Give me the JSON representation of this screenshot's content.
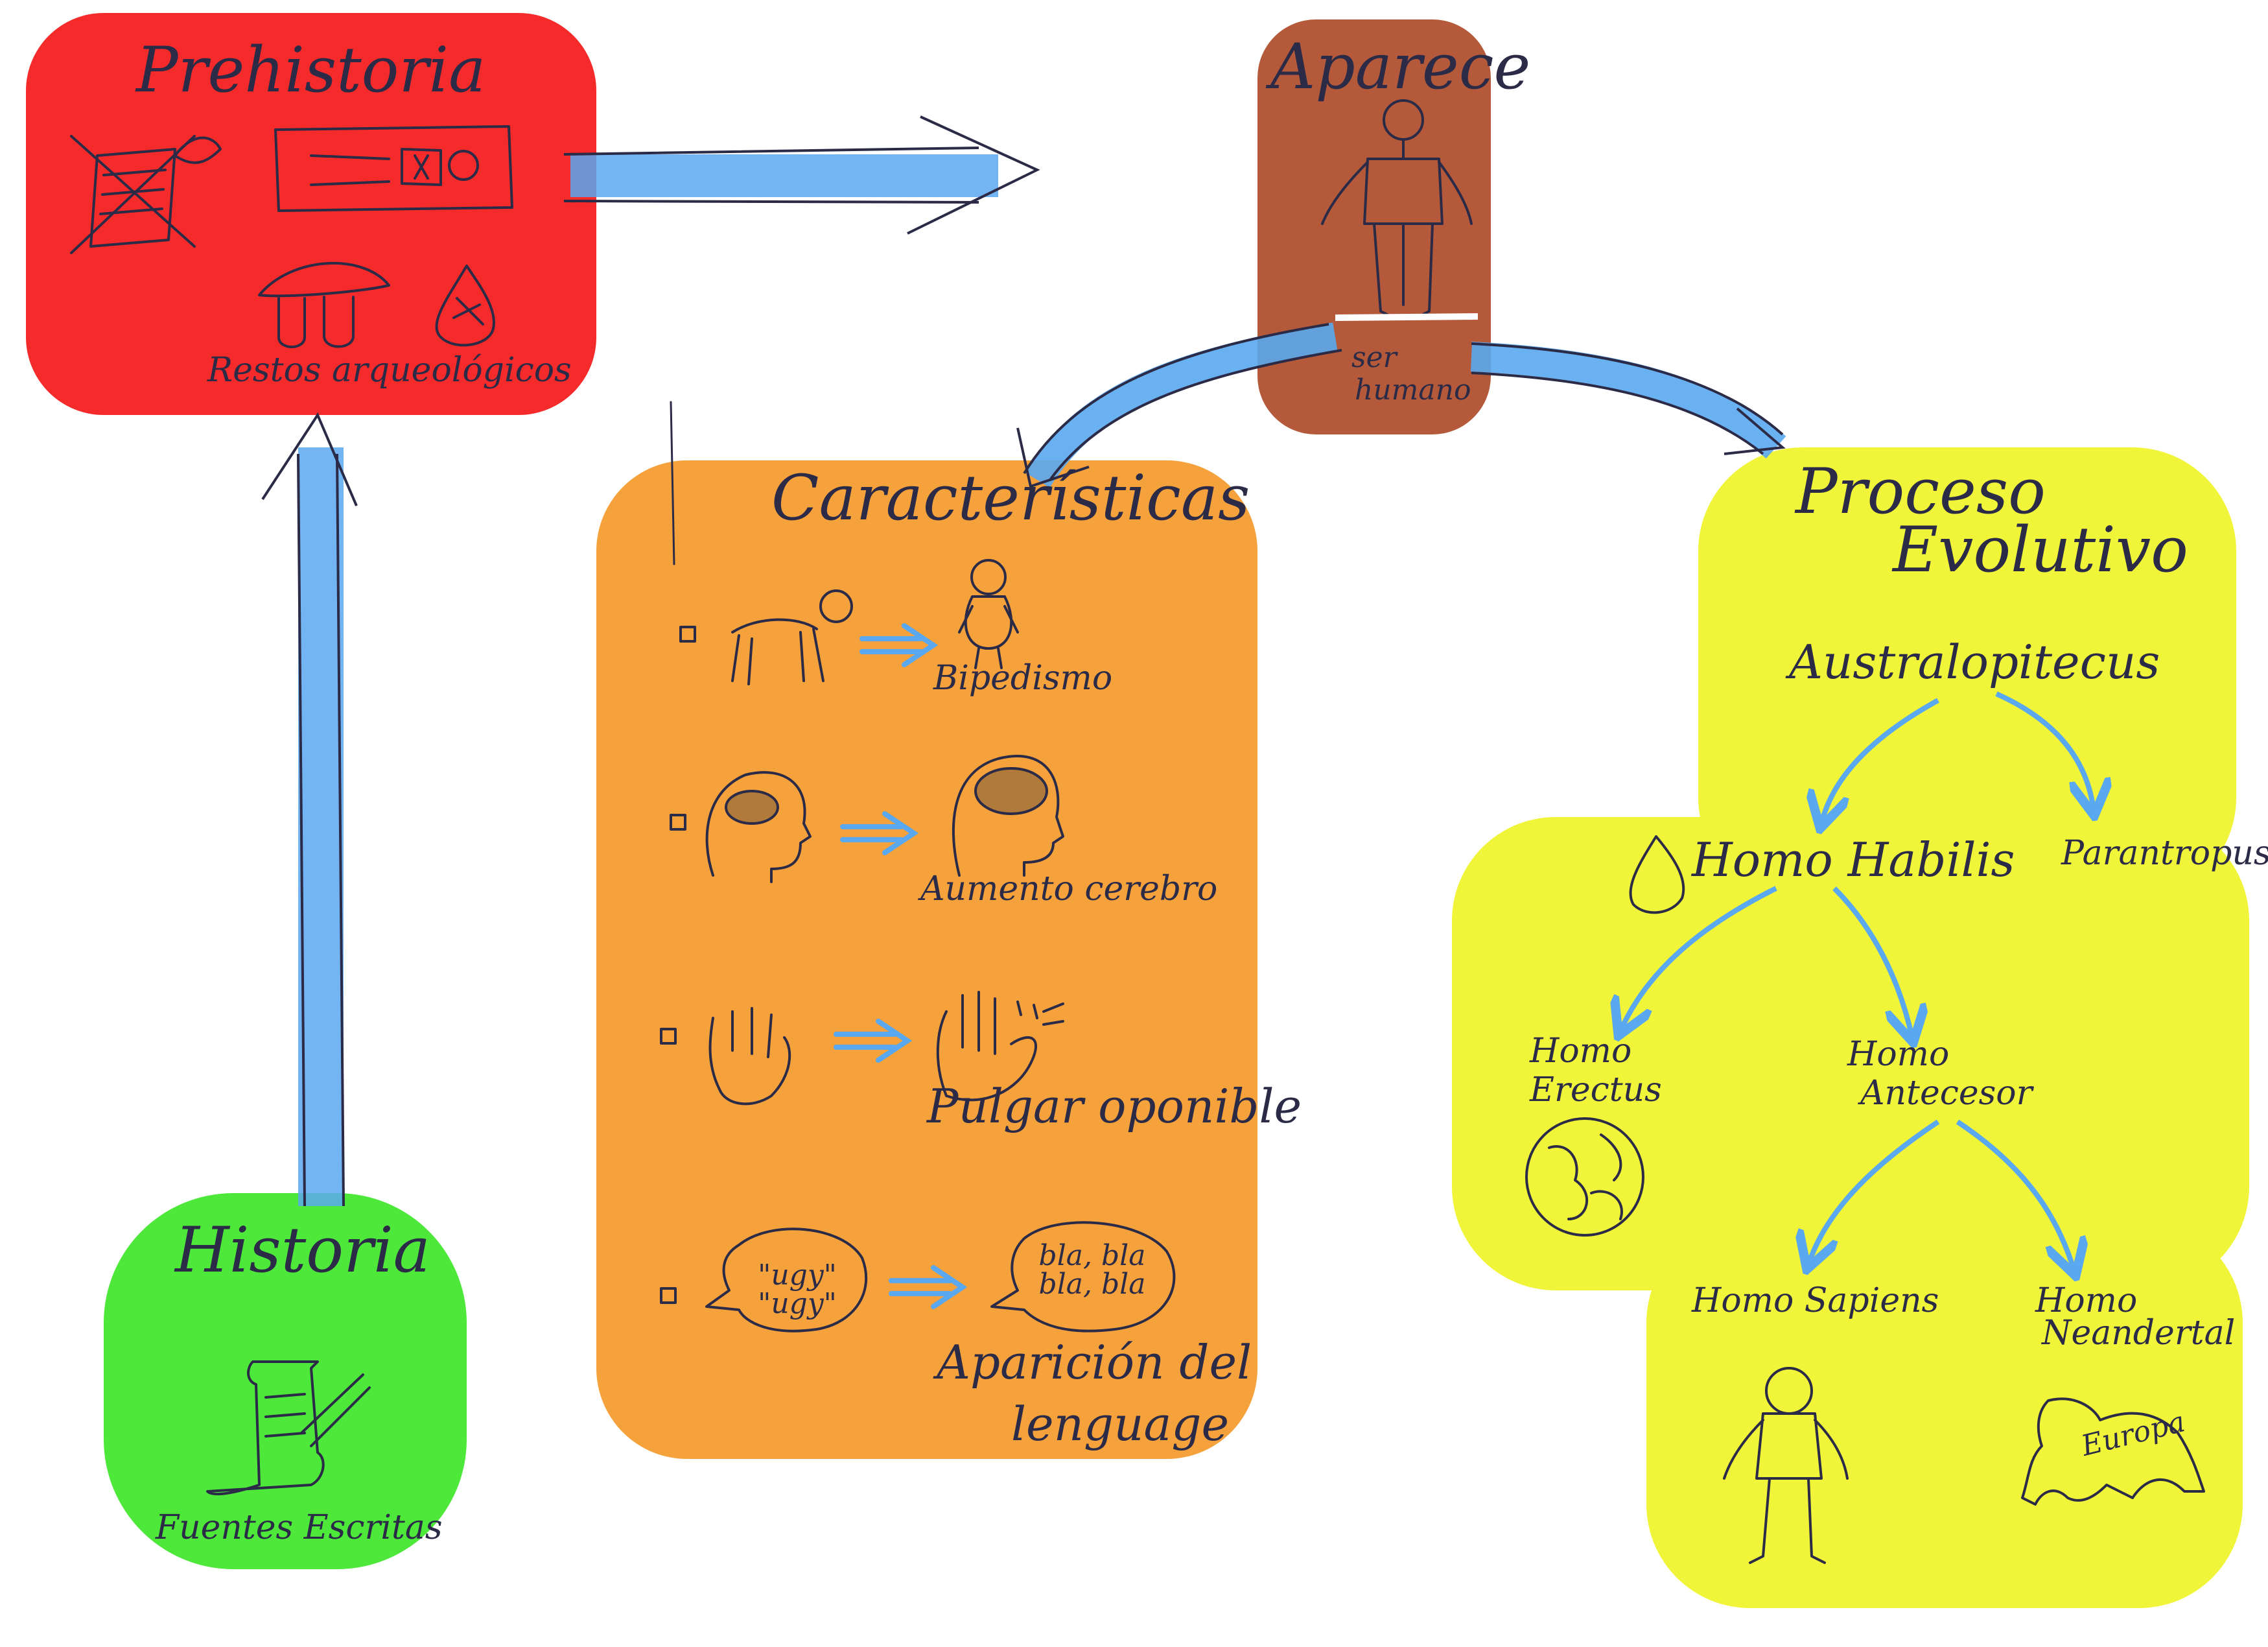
{
  "prehistoria": {
    "title": "Prehistoria",
    "caption": "Restos arqueológicos",
    "color": "#f52a2a"
  },
  "historia": {
    "title": "Historia",
    "caption": "Fuentes Escritas",
    "color": "#4de83a"
  },
  "aparece": {
    "title": "Aparece",
    "caption_line1": "ser",
    "caption_line2": "humano",
    "color": "#b45a3a"
  },
  "caracteristicas": {
    "title": "Características",
    "color": "#f5a23c",
    "items": [
      {
        "label": "Bipedismo"
      },
      {
        "label": "Aumento cerebro"
      },
      {
        "label": "Pulgar oponible"
      },
      {
        "label_line1": "Aparición del",
        "label_line2": "lenguage",
        "bubble_left": "\"ugy\" \"ugy\"",
        "bubble_right": "bla, bla bla, bla"
      }
    ]
  },
  "proceso": {
    "title_line1": "Proceso",
    "title_line2": "Evolutivo",
    "color": "#f0f53a",
    "nodes": {
      "australopitecus": "Australopitecus",
      "homo_habilis": "Homo Habilis",
      "parantropus": "Parantropus",
      "homo_erectus_1": "Homo",
      "homo_erectus_2": "Erectus",
      "homo_antecesor_1": "Homo",
      "homo_antecesor_2": "Antecesor",
      "homo_sapiens": "Homo Sapiens",
      "homo_neandertal_1": "Homo",
      "homo_neandertal_2": "Neandertal",
      "europa": "Europa"
    }
  },
  "arrow_color": "#5aa8f0",
  "ink_color": "#2b2b48"
}
